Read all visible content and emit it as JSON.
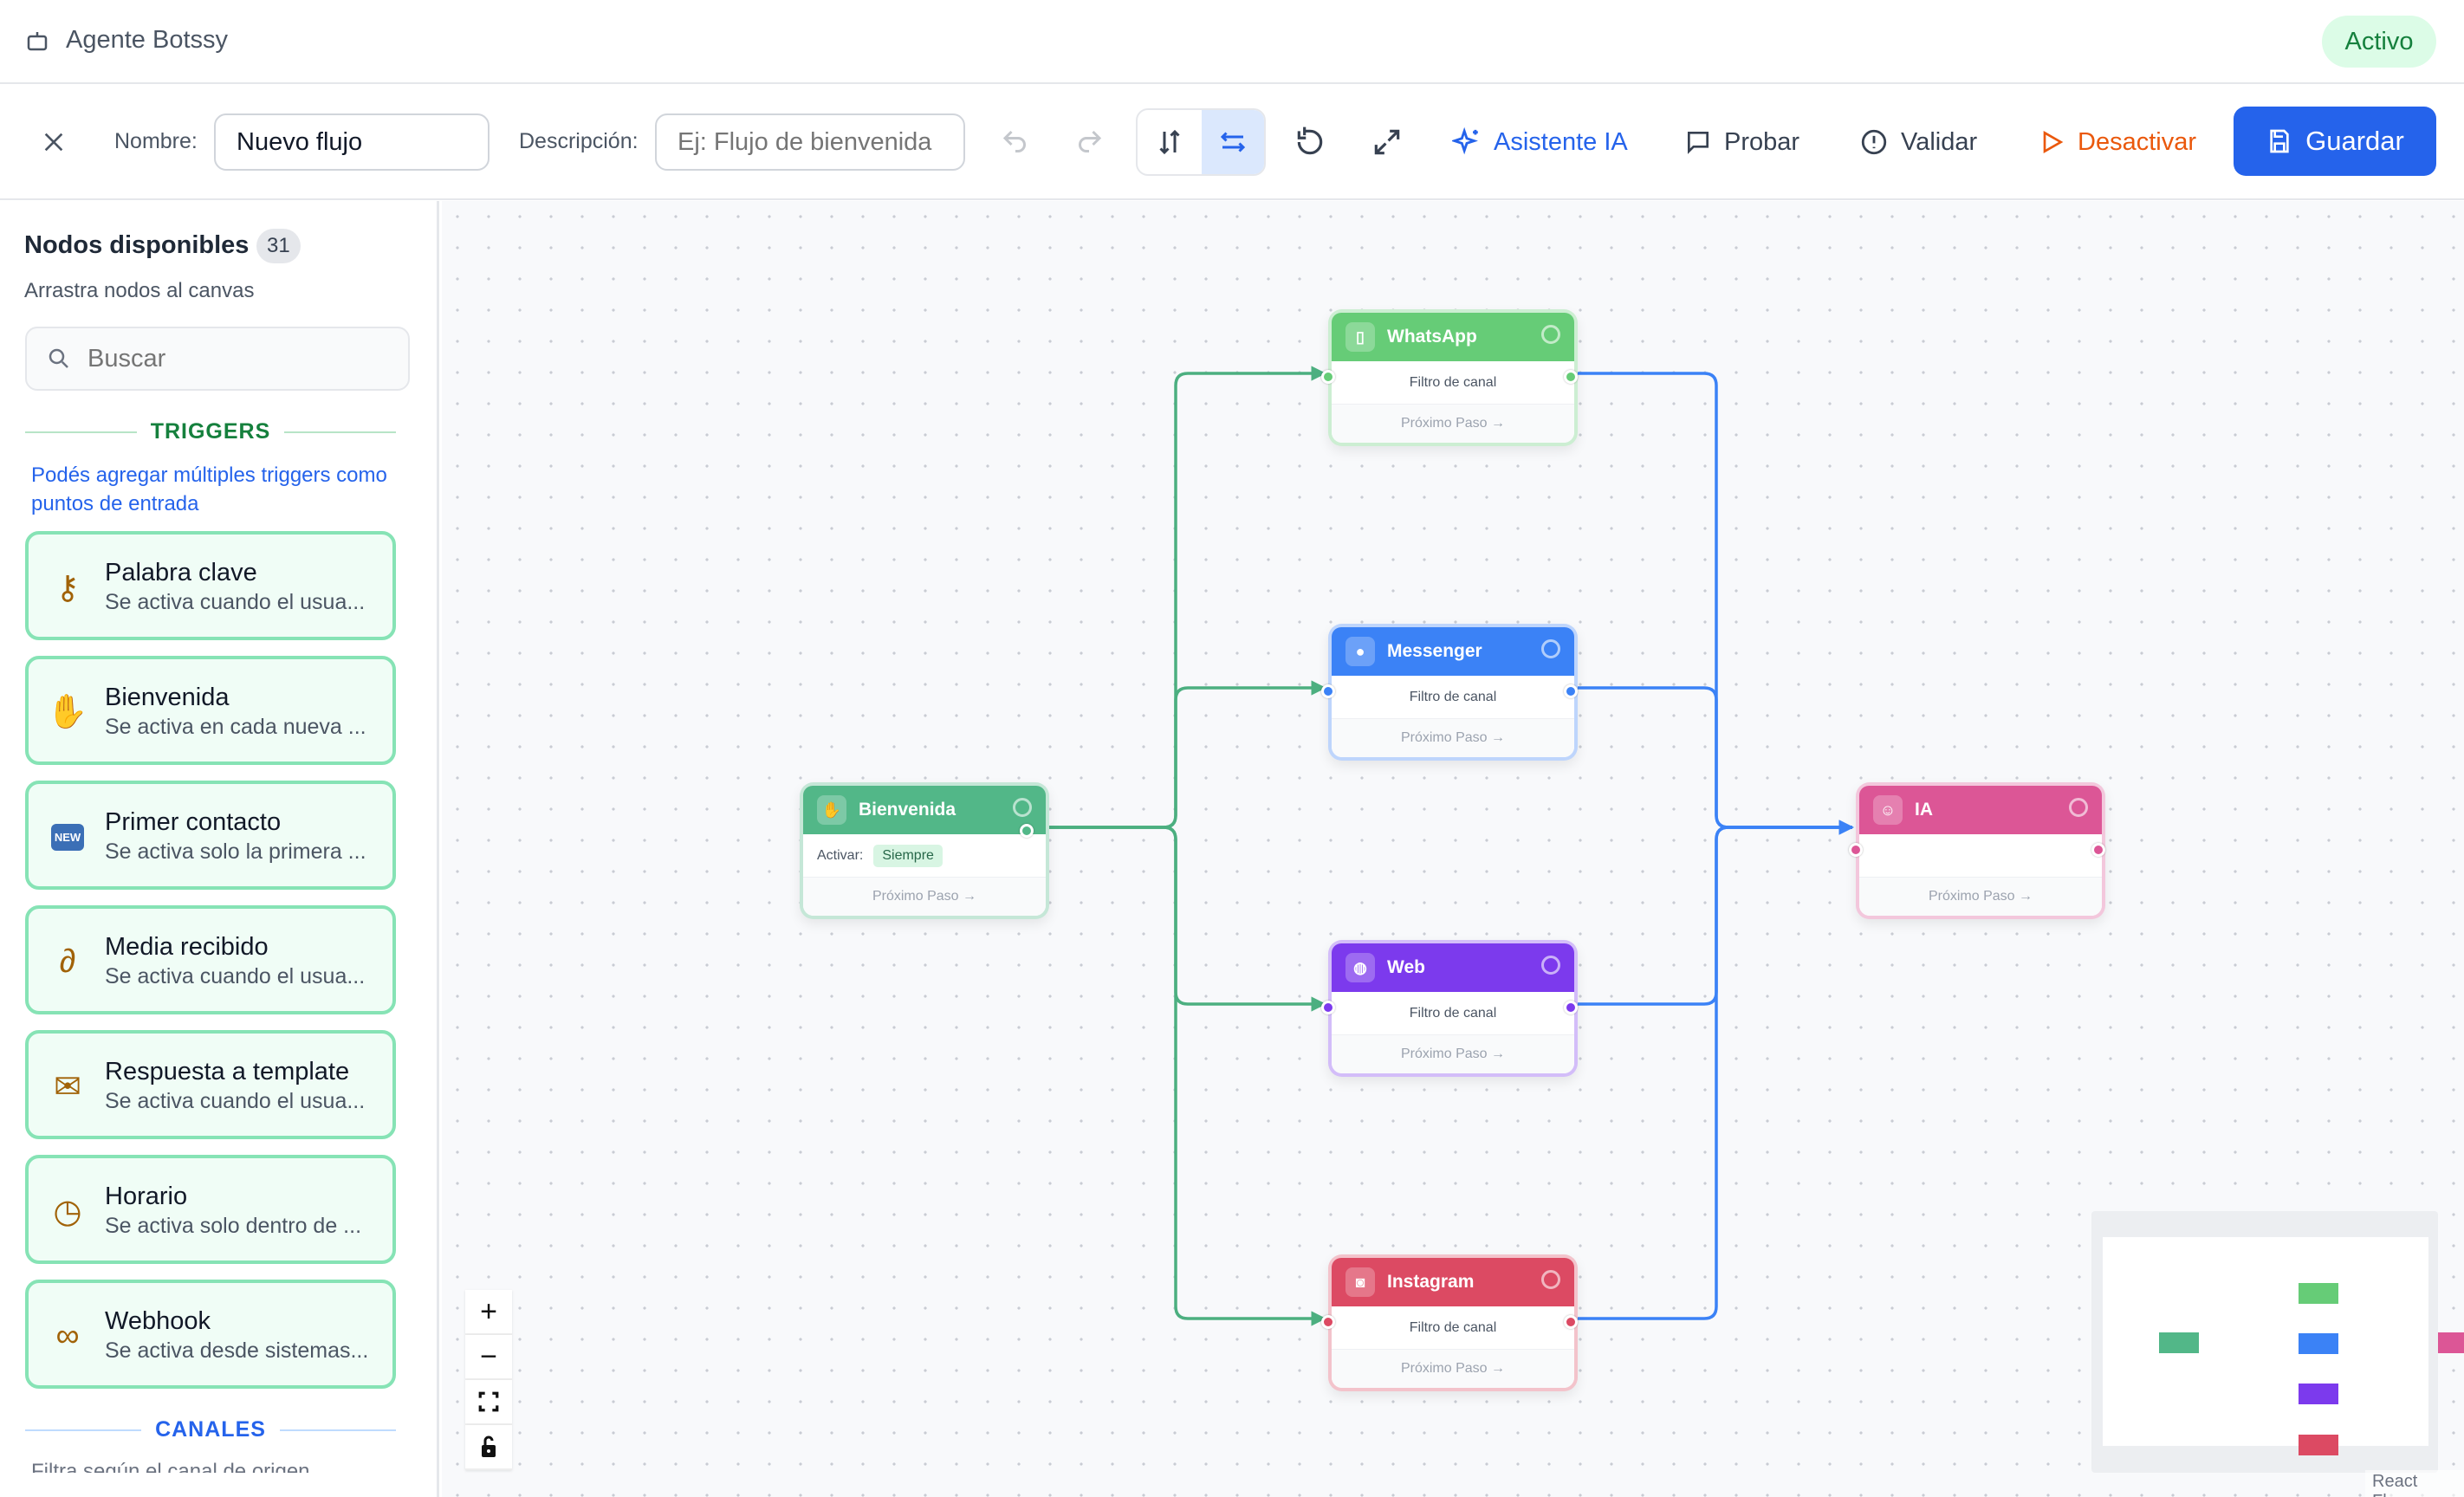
{
  "app": {
    "title": "Agente Botssy",
    "status": "Activo",
    "status_color": "#15803d"
  },
  "toolbar": {
    "close_icon": "close-icon",
    "name_label": "Nombre:",
    "name_value": "Nuevo flujo",
    "desc_label": "Descripción:",
    "desc_placeholder": "Ej: Flujo de bienvenida",
    "assistant": "Asistente IA",
    "test": "Probar",
    "validate": "Validar",
    "deactivate": "Desactivar",
    "save": "Guardar",
    "layout_mode": "horizontal",
    "accent": "#2563eb"
  },
  "sidebar": {
    "title": "Nodos disponibles",
    "count": "31",
    "subtitle": "Arrastra nodos al canvas",
    "search_placeholder": "Buscar",
    "triggers_heading": "TRIGGERS",
    "triggers_info": "Podés agregar múltiples triggers como puntos de entrada",
    "triggers": [
      {
        "title": "Palabra clave",
        "desc": "Se activa cuando el usua...",
        "icon": "key-icon"
      },
      {
        "title": "Bienvenida",
        "desc": "Se activa en cada nueva ...",
        "icon": "wave-icon"
      },
      {
        "title": "Primer contacto",
        "desc": "Se activa solo la primera ...",
        "icon": "new-icon",
        "badge": "NEW"
      },
      {
        "title": "Media recibido",
        "desc": "Se activa cuando el usua...",
        "icon": "paperclip-icon"
      },
      {
        "title": "Respuesta a template",
        "desc": "Se activa cuando el usua...",
        "icon": "inbox-icon"
      },
      {
        "title": "Horario",
        "desc": "Se activa solo dentro de ...",
        "icon": "clock-icon"
      },
      {
        "title": "Webhook",
        "desc": "Se activa desde sistemas...",
        "icon": "link-icon"
      }
    ],
    "channels_heading": "CANALES",
    "channels_info": "Filtra según el canal de origen"
  },
  "flow": {
    "nodes": [
      {
        "id": "bienvenida",
        "title": "Bienvenida",
        "color": "#52b788",
        "icon": "wave-icon",
        "activate_label": "Activar:",
        "activate_value": "Siempre",
        "footer": "Próximo Paso →"
      },
      {
        "id": "whatsapp",
        "title": "WhatsApp",
        "color": "#66cc77",
        "icon": "phone-icon",
        "body": "Filtro de canal",
        "footer": "Próximo Paso →"
      },
      {
        "id": "messenger",
        "title": "Messenger",
        "color": "#3b82f6",
        "icon": "chat-icon",
        "body": "Filtro de canal",
        "footer": "Próximo Paso →"
      },
      {
        "id": "web",
        "title": "Web",
        "color": "#7c3aed",
        "icon": "globe-icon",
        "body": "Filtro de canal",
        "footer": "Próximo Paso →"
      },
      {
        "id": "instagram",
        "title": "Instagram",
        "color": "#dc4a63",
        "icon": "camera-icon",
        "body": "Filtro de canal",
        "footer": "Próximo Paso →"
      },
      {
        "id": "ia",
        "title": "IA",
        "color": "#dc5696",
        "icon": "robot-icon",
        "footer": "Próximo Paso →"
      }
    ],
    "edges": [
      [
        "bienvenida",
        "whatsapp"
      ],
      [
        "bienvenida",
        "messenger"
      ],
      [
        "bienvenida",
        "web"
      ],
      [
        "bienvenida",
        "instagram"
      ],
      [
        "whatsapp",
        "ia"
      ],
      [
        "messenger",
        "ia"
      ],
      [
        "web",
        "ia"
      ],
      [
        "instagram",
        "ia"
      ]
    ],
    "edge_colors": {
      "trigger": "#4caf80",
      "channel": "#3b82f6"
    }
  },
  "attribution": "React Flow"
}
